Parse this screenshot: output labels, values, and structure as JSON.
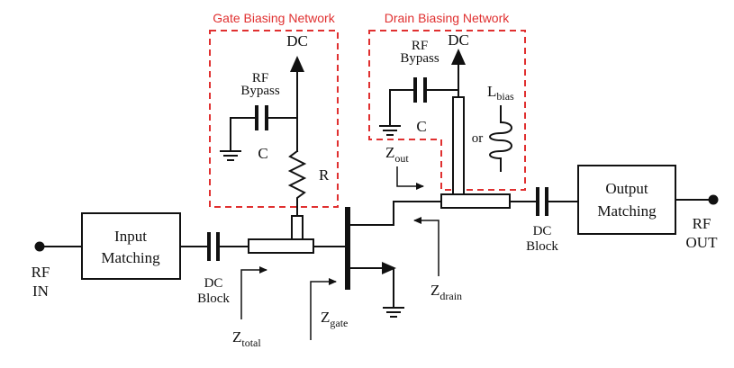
{
  "gate_network": {
    "title": "Gate Biasing Network",
    "dc": "DC",
    "rf_bypass": [
      "RF",
      "Bypass"
    ],
    "capacitor": "C",
    "resistor": "R"
  },
  "drain_network": {
    "title": "Drain Biasing Network",
    "dc": "DC",
    "rf_bypass": [
      "RF",
      "Bypass"
    ],
    "capacitor": "C",
    "or_label": "or",
    "inductor": {
      "main": "L",
      "sub": "bias"
    }
  },
  "input_matching": [
    "Input",
    "Matching"
  ],
  "output_matching": [
    "Output",
    "Matching"
  ],
  "dc_block_in": [
    "DC",
    "Block"
  ],
  "dc_block_out": [
    "DC",
    "Block"
  ],
  "rf_in": [
    "RF",
    "IN"
  ],
  "rf_out": [
    "RF",
    "OUT"
  ],
  "impedances": {
    "z_total": {
      "main": "Z",
      "sub": "total"
    },
    "z_gate": {
      "main": "Z",
      "sub": "gate"
    },
    "z_drain": {
      "main": "Z",
      "sub": "drain"
    },
    "z_out": {
      "main": "Z",
      "sub": "out"
    }
  },
  "colors": {
    "network_outline": "#e03030",
    "lines": "#111111",
    "background": "#ffffff"
  }
}
